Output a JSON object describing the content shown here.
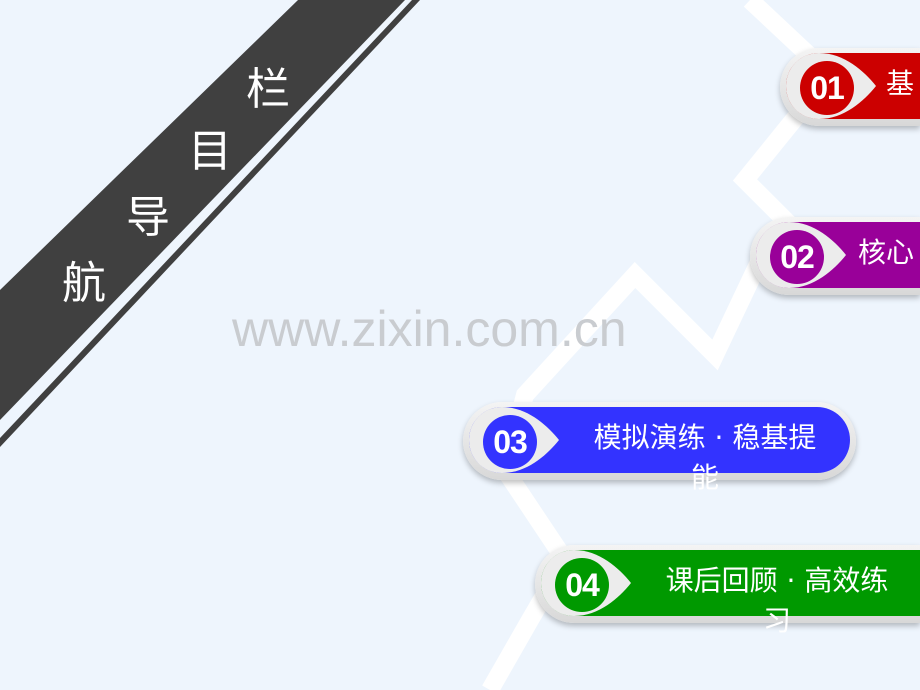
{
  "sidebar_title": {
    "chars": [
      "栏",
      "目",
      "导",
      "航"
    ]
  },
  "watermark": "www.zixin.com.cn",
  "items": [
    {
      "number": "01",
      "label": "基",
      "color": "#cc0000"
    },
    {
      "number": "02",
      "label": "核心",
      "color": "#990099"
    },
    {
      "number": "03",
      "label": "模拟演练 · 稳基提能",
      "color": "#3333ff"
    },
    {
      "number": "04",
      "label": "课后回顾 · 高效练习",
      "color": "#009900"
    }
  ]
}
